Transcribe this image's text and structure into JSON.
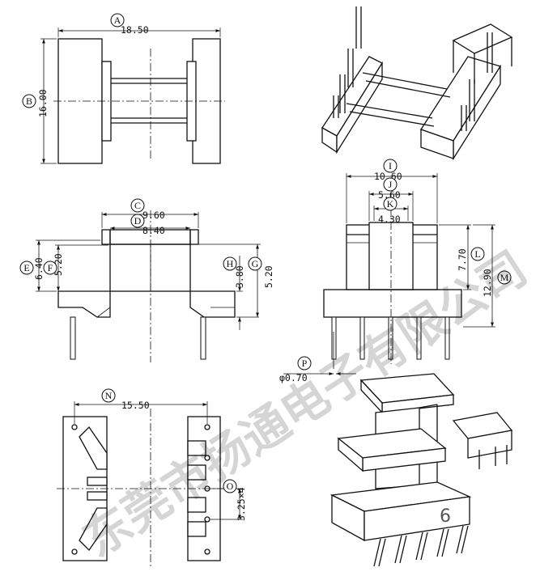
{
  "page_number": "6",
  "watermark": "东莞市扬通电子有限公司",
  "dimensions": {
    "A": {
      "letter": "A",
      "value": "18.50"
    },
    "B": {
      "letter": "B",
      "value": "16.00"
    },
    "C": {
      "letter": "C",
      "value": "9.60"
    },
    "D": {
      "letter": "D",
      "value": "8.40"
    },
    "E": {
      "letter": "E",
      "value": "6.40"
    },
    "F": {
      "letter": "F",
      "value": "5.20"
    },
    "H": {
      "letter": "H",
      "value": "3.80"
    },
    "G": {
      "letter": "G",
      "value": "5.20"
    },
    "I": {
      "letter": "I",
      "value": "10.60"
    },
    "J": {
      "letter": "J",
      "value": "5.60"
    },
    "K": {
      "letter": "K",
      "value": "4.30"
    },
    "L": {
      "letter": "L",
      "value": "7.70"
    },
    "M": {
      "letter": "M",
      "value": "12.90"
    },
    "P": {
      "letter": "P",
      "value": "φ0.70"
    },
    "N": {
      "letter": "N",
      "value": "15.50"
    },
    "O": {
      "letter": "O",
      "value": "3.25×4"
    }
  }
}
